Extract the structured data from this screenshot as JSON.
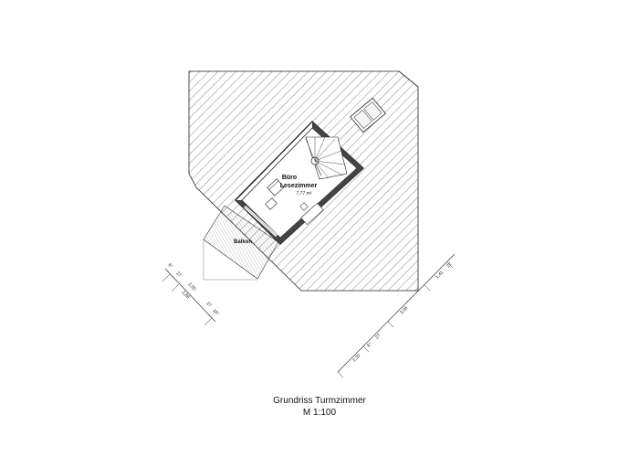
{
  "rooms": {
    "office_name": "Büro",
    "reading_name": "Lesezimmer",
    "area": "7,77 m²",
    "balcony": "Balkon"
  },
  "dimensions_left": [
    "6°",
    "27",
    "2,50",
    "2,86",
    "27",
    "16°"
  ],
  "dimensions_right": [
    "2,20",
    "6°",
    "27",
    "3,05",
    "1,41",
    "27"
  ],
  "caption": {
    "title": "Grundriss Turmzimmer",
    "scale": "M 1:100"
  }
}
